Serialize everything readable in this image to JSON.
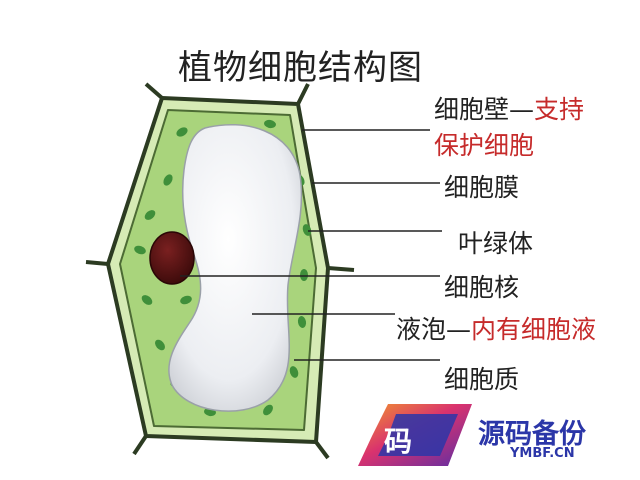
{
  "title": "植物细胞结构图",
  "labels": {
    "cell_wall": "细胞壁",
    "dash": "—",
    "cell_wall_desc_1": "支持",
    "cell_wall_desc_2": "保护细胞",
    "cell_membrane": "细胞膜",
    "chloroplast": "叶绿体",
    "nucleus": "细胞核",
    "vacuole": "液泡",
    "vacuole_desc": "内有细胞液",
    "cytoplasm": "细胞质"
  },
  "watermark": {
    "logo_char": "码",
    "name": "源码备份",
    "url": "YMBF.CN"
  },
  "colors": {
    "cell_wall": "#d6ebb5",
    "cytoplasm": "#a9d47c",
    "outline": "#2c3b22",
    "vacuole": "#eef0f3",
    "nucleus": "#5a1414",
    "chloroplast": "#3f8f3a",
    "accent_red": "#c62b2b",
    "watermark_blue": "#2b36a8"
  }
}
